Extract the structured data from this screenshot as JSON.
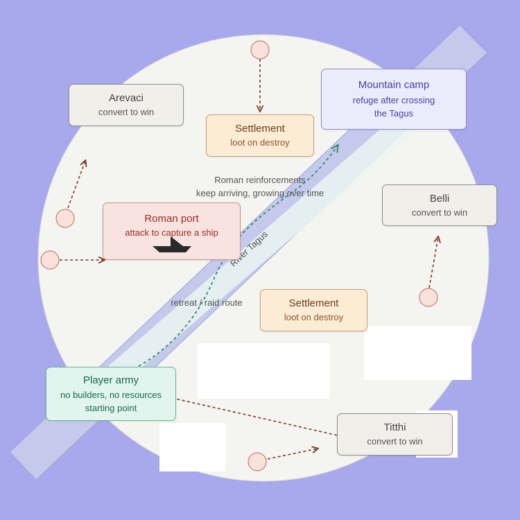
{
  "nodes": {
    "arevaci": {
      "title": "Arevaci",
      "subtitle": "convert to win"
    },
    "settlement_north": {
      "title": "Settlement",
      "subtitle": "loot on destroy"
    },
    "mountain_camp": {
      "title": "Mountain camp",
      "subtitle_line1": "refuge after crossing",
      "subtitle_line2": "the Tagus"
    },
    "roman_port": {
      "title": "Roman port",
      "subtitle": "attack to capture a ship"
    },
    "belli": {
      "title": "Belli",
      "subtitle": "convert to win"
    },
    "settlement_south": {
      "title": "Settlement",
      "subtitle": "loot on destroy"
    },
    "player_army": {
      "title": "Player army",
      "subtitle_line1": "no builders, no resources",
      "subtitle_line2": "starting point"
    },
    "titthi": {
      "title": "Titthi",
      "subtitle": "convert to win"
    }
  },
  "labels": {
    "reinforcements_line1": "Roman reinforcements",
    "reinforcements_line2": "keep arriving, growing over time",
    "retreat": "retreat / raid route",
    "river": "River Tagus"
  },
  "colors": {
    "background": "#a8a8ec",
    "map_disc": "#f4f4f0",
    "river": "#c5c9ec",
    "river_inner": "#eaf5f1",
    "route": "#2e8a63",
    "arrow": "#7b3a22",
    "spawn_fill": "#fbe1dc",
    "spawn_stroke": "#b9675a"
  },
  "icons": [
    "ship-icon"
  ]
}
